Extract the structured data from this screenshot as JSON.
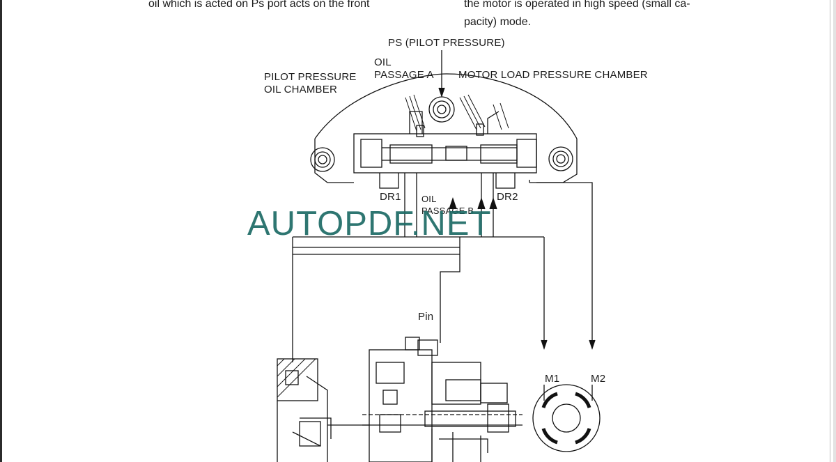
{
  "page": {
    "text_left_line": "oil which is acted on Ps port acts on the front",
    "text_right_line1": "the motor is operated in high speed (small ca-",
    "text_right_line2": "pacity) mode."
  },
  "diagram": {
    "labels": {
      "ps": "PS (PILOT PRESSURE)",
      "oil_a_line1": "OIL",
      "oil_a_line2": "PASSAGE A",
      "pilot_chamber_line1": "PILOT PRESSURE",
      "pilot_chamber_line2": "OIL CHAMBER",
      "motor_load": "MOTOR LOAD PRESSURE CHAMBER",
      "dr1": "DR1",
      "dr2": "DR2",
      "oil_b_line1": "OIL",
      "oil_b_line2": "PASSAGE B",
      "pin": "Pin",
      "m1": "M1",
      "m2": "M2"
    }
  },
  "watermark": "AUTOPDF.NET"
}
